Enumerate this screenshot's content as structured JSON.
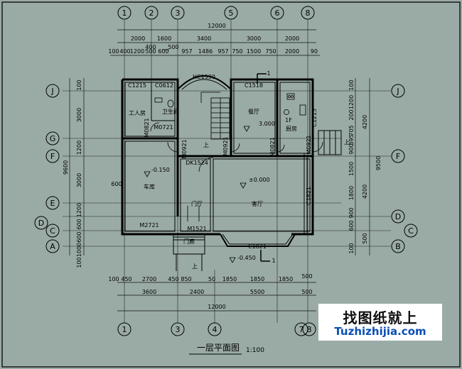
{
  "axes_top": [
    "1",
    "2",
    "3",
    "5",
    "6",
    "8"
  ],
  "axes_bottom": [
    "1",
    "3",
    "4",
    "7",
    "8"
  ],
  "axes_left": [
    "J",
    "G",
    "F",
    "E",
    "D",
    "C",
    "A"
  ],
  "axes_right": [
    "J",
    "F",
    "D",
    "C",
    "B"
  ],
  "dims_top": {
    "total": "12000",
    "row2": [
      "2000",
      "1600",
      "3400",
      "3000",
      "2000"
    ],
    "row3a": [
      "400",
      "500"
    ],
    "row3": [
      "100",
      "400",
      "1200",
      "500",
      "600",
      "957",
      "1486",
      "957",
      "750",
      "1500",
      "750",
      "2000",
      "90"
    ]
  },
  "dims_bottom": {
    "row1": [
      "100",
      "450",
      "2700",
      "450",
      "850",
      "50",
      "1850",
      "1850",
      "1850",
      "500"
    ],
    "row2": [
      "3600",
      "2400",
      "5500",
      "500"
    ],
    "total": "12000"
  },
  "dims_left": [
    "100",
    "3000",
    "1200",
    "3000",
    "1200",
    "600",
    "600",
    "1000",
    "9600",
    "100"
  ],
  "dims_right": [
    "100",
    "1200",
    "200",
    "705",
    "395",
    "900",
    "4200",
    "1500",
    "1800",
    "900",
    "600",
    "500",
    "9500",
    "4200",
    "100"
  ],
  "rooms": {
    "servant": "工人房",
    "wc": "卫生间",
    "dining": "餐厅",
    "kitchen": "厨房",
    "garage": "车库",
    "living": "客厅",
    "foyer": "门厅",
    "porch": "门廊",
    "up": "上",
    "stair_up": "上",
    "floor_1": "1F",
    "side_up": "上"
  },
  "labels": {
    "c1215": "C1215",
    "c0612": "C0612",
    "hc1590": "HC1590",
    "c1518": "C1518",
    "c1215r": "C1215",
    "m0721": "M0721",
    "m0821": "M0821",
    "m0921a": "M0921",
    "m0921b": "M0921",
    "m0821b": "M0821",
    "m0921c": "M0921",
    "dk1524": "DK1524",
    "m2721": "M2721",
    "m1521": "M1521",
    "c1821": "C1821",
    "c1821r": "C1821",
    "e_dining": "3.000",
    "e_garage": "-0.150",
    "e_living": "±0.000",
    "e_out": "-0.450",
    "w600": "600",
    "cut": "1"
  },
  "title": "一层平面图",
  "scale": "1:100",
  "watermark": {
    "cn": "找图纸就上",
    "en": "Tuzhizhijia.com"
  }
}
